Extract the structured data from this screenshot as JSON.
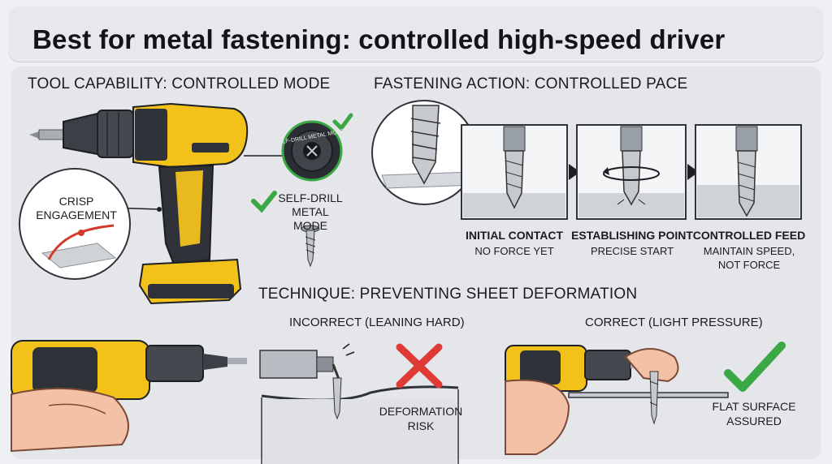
{
  "title": "Best for metal fastening: controlled high-speed driver",
  "tool_section": {
    "heading": "TOOL CAPABILITY: CONTROLLED MODE",
    "crisp_callout": "CRISP\nENGAGEMENT",
    "mode_badge": "SELF-DRILL METAL MODE",
    "mode_label": "SELF-DRILL\nMETAL MODE"
  },
  "action_section": {
    "heading": "FASTENING ACTION: CONTROLLED PACE",
    "steps": [
      {
        "title": "INITIAL CONTACT",
        "note": "NO FORCE YET"
      },
      {
        "title": "ESTABLISHING POINT",
        "note": "PRECISE START"
      },
      {
        "title": "CONTROLLED FEED",
        "note": "MAINTAIN SPEED,\nNOT FORCE"
      }
    ]
  },
  "technique_section": {
    "heading": "TECHNIQUE: PREVENTING SHEET DEFORMATION",
    "incorrect_heading": "INCORRECT (LEANING HARD)",
    "incorrect_note": "DEFORMATION\nRISK",
    "correct_heading": "CORRECT (LIGHT PRESSURE)",
    "correct_note": "FLAT SURFACE\nASSURED"
  },
  "colors": {
    "drill_yellow": "#f2c21b",
    "dark_gray": "#2f3238",
    "check_green": "#3aa845",
    "cross_red": "#e03a36",
    "curve_red": "#d33b2c"
  }
}
